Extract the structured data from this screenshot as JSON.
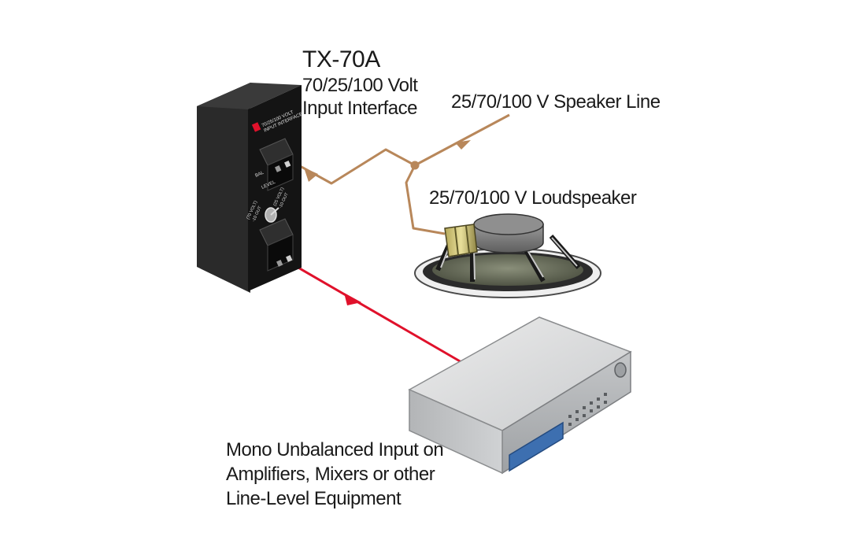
{
  "device": {
    "model": "TX-70A",
    "description_lines": [
      "70/25/100 Volt",
      "Input Interface"
    ],
    "panel_header": [
      "70/25/100 VOLT",
      "INPUT INTERFACE"
    ],
    "panel_labels": {
      "level": "LEVEL",
      "bal": "BAL",
      "sel_left": "(70 VOLT)",
      "sel_left2": "-10 OUT",
      "sel_right": "(25 VOLT)",
      "sel_right2": "-10 OUT"
    }
  },
  "labels": {
    "speaker_line": "25/70/100 V Speaker Line",
    "loudspeaker": "25/70/100 V Loudspeaker",
    "equipment_lines": [
      "Mono Unbalanced Input on",
      "Amplifiers, Mixers or other",
      "Line-Level Equipment"
    ]
  },
  "colors": {
    "speaker_wire": "#b8875a",
    "signal_wire": "#e0112b",
    "device_body": "#1c1c1c",
    "equipment_body": "#d4d6d8",
    "display_blue": "#3d6fb0"
  }
}
